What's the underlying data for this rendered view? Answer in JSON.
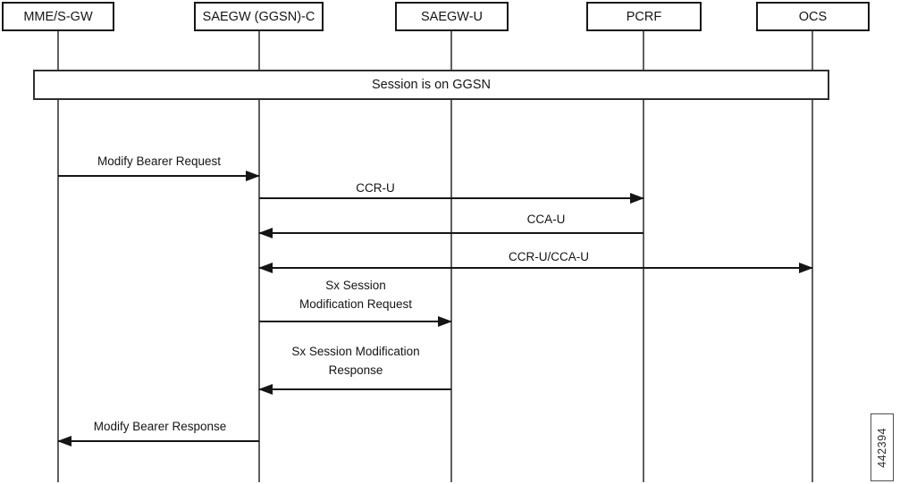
{
  "diagram": {
    "type": "sequence-call-flow",
    "banner": {
      "label": "Session is on GGSN"
    },
    "actors": [
      {
        "id": "mme-sgw",
        "label": "MME/S-GW"
      },
      {
        "id": "saegw-ggsn-c",
        "label": "SAEGW (GGSN)-C"
      },
      {
        "id": "saegw-u",
        "label": "SAEGW-U"
      },
      {
        "id": "pcrf",
        "label": "PCRF"
      },
      {
        "id": "ocs",
        "label": "OCS"
      }
    ],
    "messages": [
      {
        "label": "Modify Bearer Request",
        "from": "MME/S-GW",
        "to": "SAEGW (GGSN)-C",
        "arrow": "right"
      },
      {
        "label": "CCR-U",
        "from": "SAEGW (GGSN)-C",
        "to": "PCRF",
        "arrow": "right"
      },
      {
        "label": "CCA-U",
        "from": "PCRF",
        "to": "SAEGW (GGSN)-C",
        "arrow": "left"
      },
      {
        "label": "CCR-U/CCA-U",
        "from": "SAEGW (GGSN)-C",
        "to": "OCS",
        "arrow": "both"
      },
      {
        "label": "Sx Session\nModification Request",
        "from": "SAEGW (GGSN)-C",
        "to": "SAEGW-U",
        "arrow": "right"
      },
      {
        "label": "Sx Session Modification\nResponse",
        "from": "SAEGW-U",
        "to": "SAEGW (GGSN)-C",
        "arrow": "left"
      },
      {
        "label": "Modify Bearer Response",
        "from": "SAEGW (GGSN)-C",
        "to": "MME/S-GW",
        "arrow": "left"
      }
    ],
    "figure_number": "442394",
    "colors": {
      "background": "#ffffff",
      "arrow_line": "#151515",
      "lifeline": "#5f5f5f",
      "text": "#141414"
    }
  }
}
